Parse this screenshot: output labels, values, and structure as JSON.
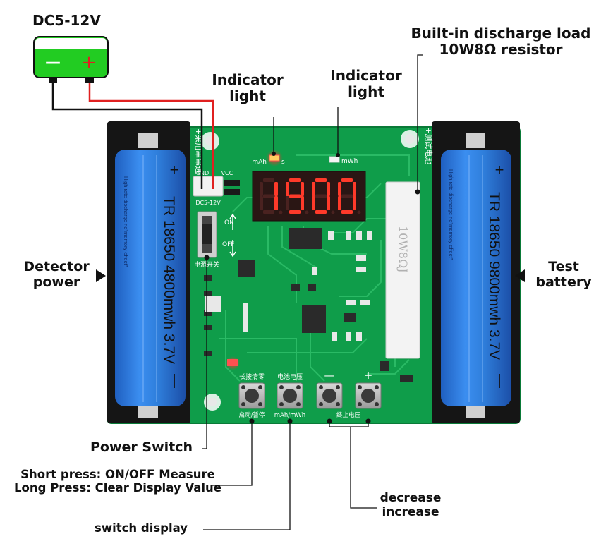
{
  "title": "Battery capacity tester module diagram",
  "power_supply": {
    "label": "DC5-12V",
    "minus": "—",
    "plus": "+",
    "body_color": "#22cc22",
    "plus_color": "#e02020"
  },
  "callouts": {
    "indicator_left": [
      "Indicator",
      "light"
    ],
    "indicator_right": [
      "Indicator",
      "light"
    ],
    "resistor": [
      "Built-in discharge load",
      "10W8Ω resistor"
    ],
    "detector_power": [
      "Detector",
      "power"
    ],
    "test_battery": [
      "Test",
      "battery"
    ],
    "power_switch": "Power Switch",
    "start_button": [
      "Short press:  ON/OFF Measure",
      "Long Press:  Clear Display Value"
    ],
    "switch_display": "switch display",
    "adjust_buttons": [
      "decrease",
      "increase"
    ]
  },
  "board": {
    "display_value": "1900",
    "led_left_label_a": "mAh",
    "led_left_label_b": "s",
    "led_right_label": "mWh",
    "connector_gnd": "GND",
    "connector_vcc": "VCC",
    "connector_label": "DC5-12V",
    "switch_on": "ON",
    "switch_off": "OFF",
    "switch_cn": "电源开关",
    "left_edge_cn": "+采用串串进",
    "right_edge_cn": "+测试电池",
    "resistor_print": "10W8ΩJ",
    "button_top_labels": [
      "长按清零",
      "电池电压",
      "—",
      "+"
    ],
    "button_bottom_labels": [
      "启动/暂停",
      "mAh/mWh",
      "终止电压"
    ],
    "pcb_color": "#0f9d4a"
  },
  "batteries": {
    "left": {
      "text": "TR 18650 4800mwh 3.7V",
      "small": "High rate discharge no\"memory effect\"",
      "plus": "+",
      "minus": "—"
    },
    "right": {
      "text": "TR 18650 9800mwh 3.7V",
      "small": "High rate discharge no\"memory effect\"",
      "plus": "+",
      "minus": "—"
    },
    "color": "#2f7fdc"
  }
}
